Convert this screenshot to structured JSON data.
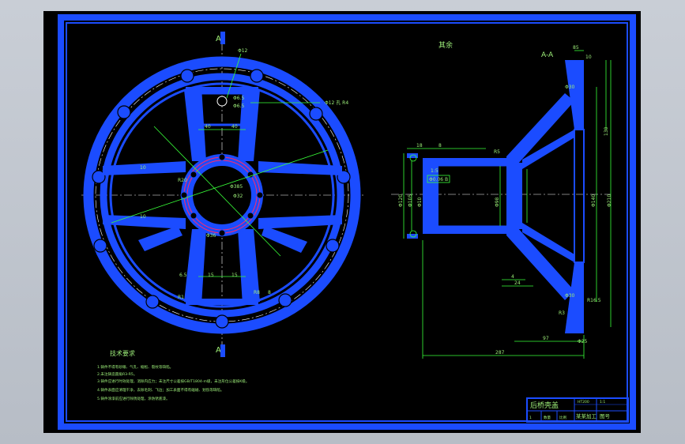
{
  "drawing": {
    "colors": {
      "part": "#1b4cff",
      "dimension": "#38ff38",
      "text": "#9ef07a",
      "centerline": "#ffffff",
      "frame": "#1b4cff",
      "background": "#000000"
    },
    "section_label_top": "A",
    "section_label_bottom": "A",
    "section_view_title": "A-A",
    "roughness_symbol": "其余",
    "front_view_dims": {
      "d_top": "Φ12",
      "d_hole": "Φ6.5",
      "d_hole2": "Φ6.5",
      "w40a": "40",
      "w40b": "40",
      "hole_note": "Φ12 孔 R4",
      "w10a": "10",
      "w10b": "10",
      "r_center": "R20",
      "d_hub": "Φ385",
      "d_in": "Φ32",
      "d_bore": "Φ36",
      "w6": "6.5",
      "w15": "15",
      "w15b": "15",
      "r1": "R1",
      "r8": "R8",
      "r8b": "8"
    },
    "side_view_dims": {
      "d_top": "85",
      "d_top2": "10",
      "h130": "130",
      "d140": "Φ140",
      "d210": "Φ210",
      "d_left_a": "Φ120",
      "d_left_b": "Φ105",
      "d_left_c": "Φ10",
      "d_mid": "Φ98",
      "t_small": "1:5",
      "tol": "Φ0.06 B",
      "w18": "18",
      "w8": "8",
      "w4": "4",
      "w24": "24",
      "w97": "97",
      "w287": "287",
      "r5": "R5",
      "r16": "R16.5",
      "r3": "R3",
      "d30a": "Φ30",
      "d30b": "Φ30",
      "h_bottom": "Φ25"
    },
    "notes_title": "技术要求",
    "notes": [
      "1.铸件不得有砂眼、气孔、缩松、裂纹等缺陷。",
      "2.未注铸造圆角R3-R5。",
      "3.铸件应进行时效处理，消除内应力；未注尺寸公差按GB/T1804-m级，未注形位公差按K级。",
      "4.铸件表面应清理干净，去除毛刺、飞边；加工表面不得有磕碰、划伤等缺陷。",
      "5.铸件涂漆前应进行除锈处理，涂防锈底漆。"
    ],
    "title_block": {
      "name": "后桥壳盖",
      "material": "HT200",
      "scale": "1:1",
      "company": "某某加工",
      "drawn": "图号",
      "sheet": "1",
      "small_a": "数量",
      "small_b": "比例"
    }
  }
}
